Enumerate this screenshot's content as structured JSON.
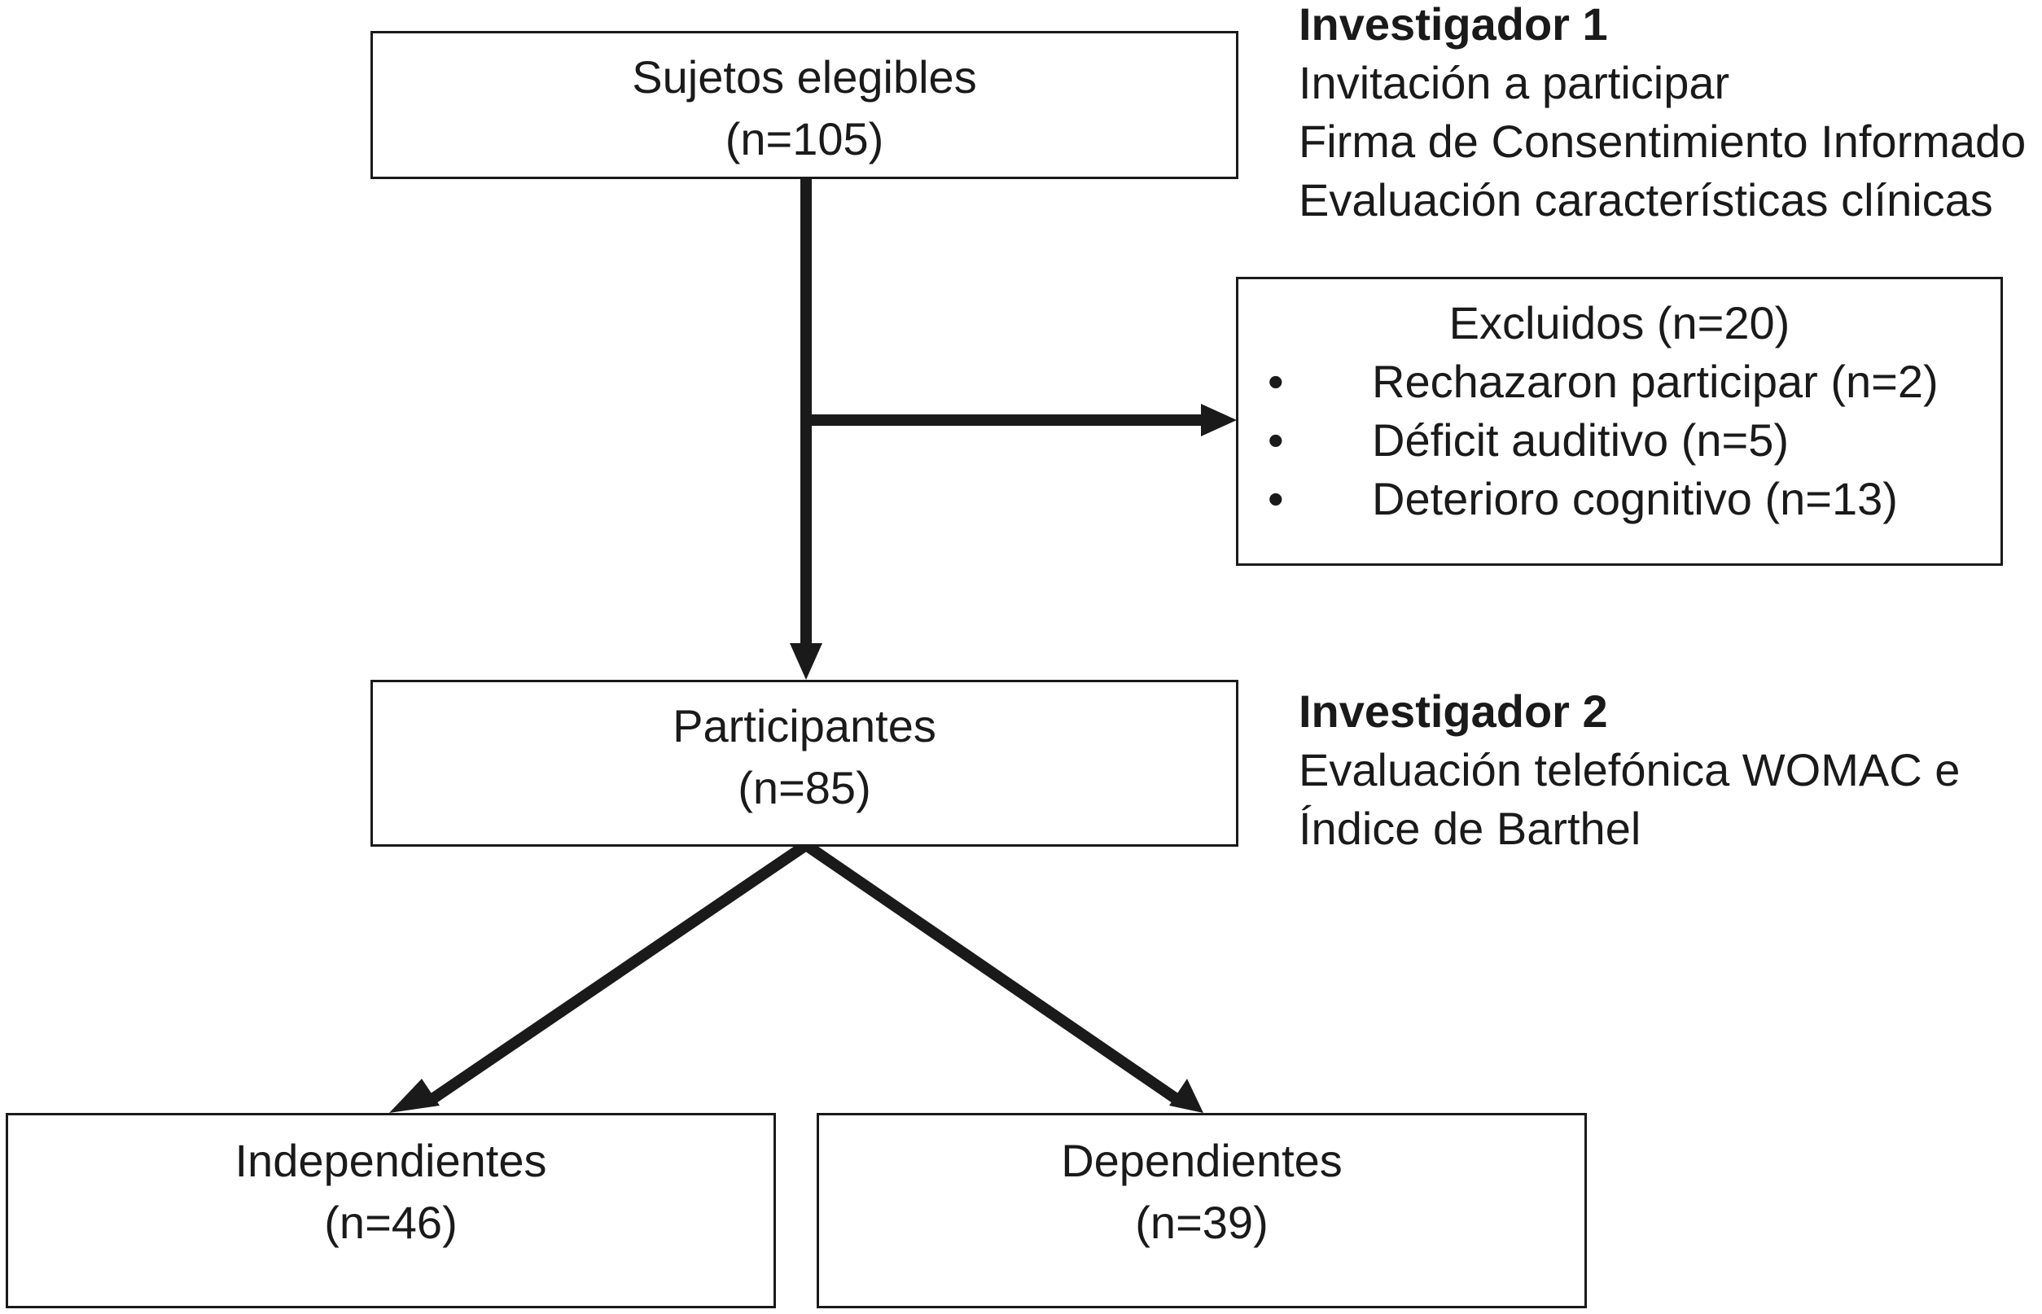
{
  "boxes": {
    "eligible": {
      "title": "Sujetos elegibles",
      "count": "(n=105)"
    },
    "participants": {
      "title": "Participantes",
      "count": "(n=85)"
    },
    "independent": {
      "title": "Independientes",
      "count": "(n=46)"
    },
    "dependent": {
      "title": "Dependientes",
      "count": "(n=39)"
    }
  },
  "excluded": {
    "title": "Excluidos (n=20)",
    "items": [
      "Rechazaron participar (n=2)",
      "Déficit auditivo (n=5)",
      "Deterioro cognitivo (n=13)"
    ],
    "bullet": "•"
  },
  "investigator1": {
    "title": "Investigador 1",
    "lines": [
      "Invitación a participar",
      "Firma de Consentimiento Informado",
      "Evaluación características clínicas"
    ]
  },
  "investigator2": {
    "title": "Investigador 2",
    "lines": [
      "Evaluación telefónica WOMAC e",
      "Índice de Barthel"
    ]
  }
}
